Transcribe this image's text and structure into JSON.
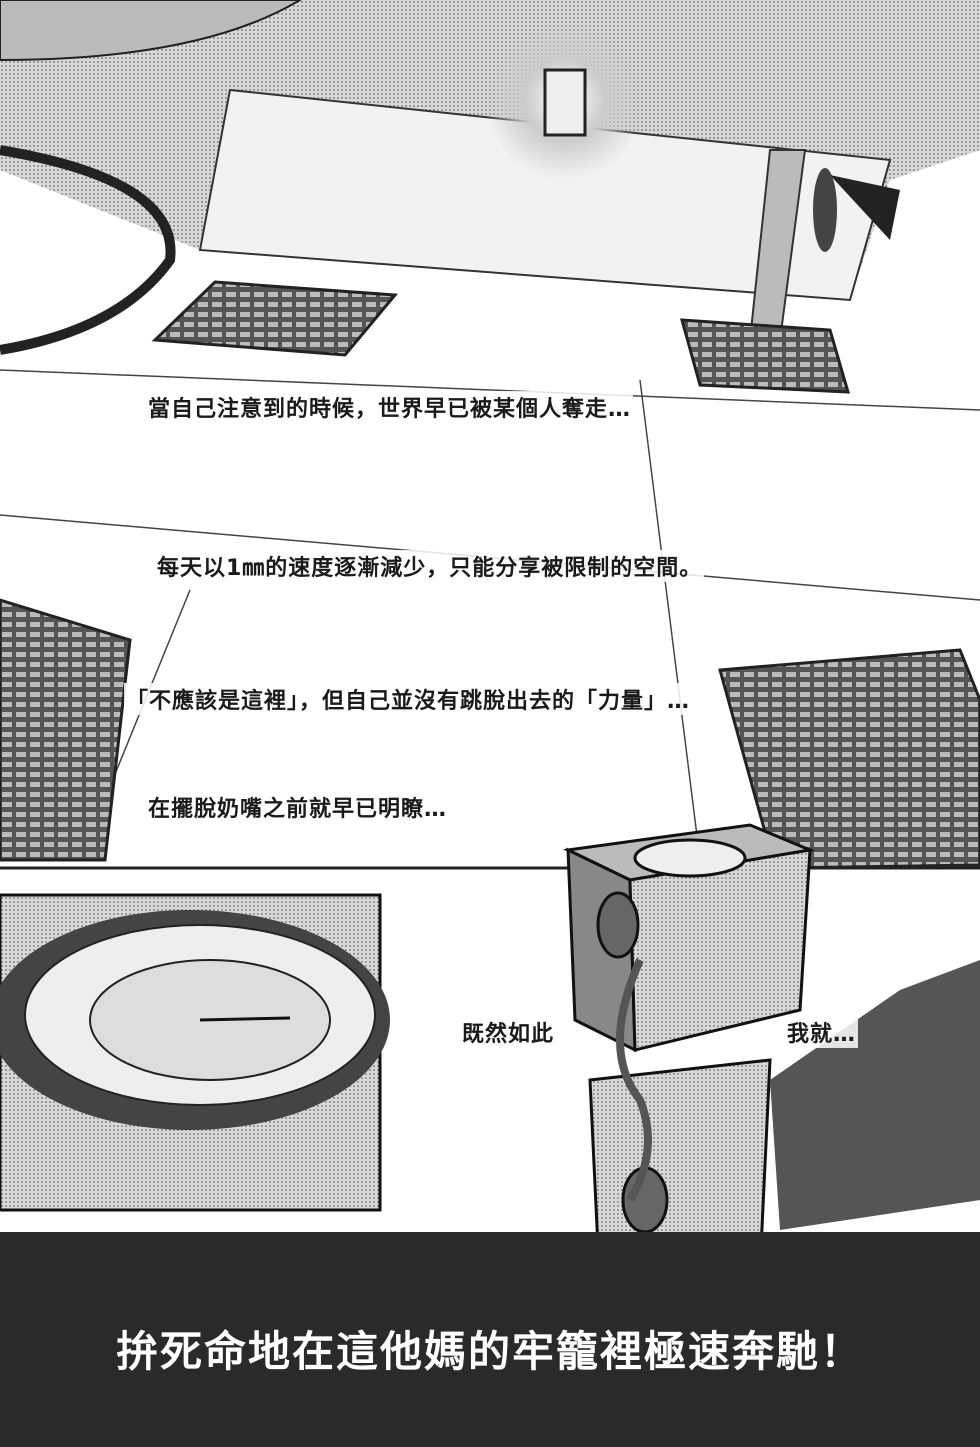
{
  "captions": {
    "line1": "當自己注意到的時候，世界早已被某個人奪走…",
    "line2": "每天以1㎜的速度逐漸減少，只能分享被限制的空間。",
    "line3": "「不應該是這裡」，但自己並沒有跳脫出去的「力量」…",
    "line4": "在擺脫奶嘴之前就早已明瞭…",
    "line5": "既然如此",
    "line6": "我就…"
  },
  "banner": {
    "text": "拚死命地在這他媽的牢籠裡極速奔馳！"
  },
  "colors": {
    "band": "#2a2a2a",
    "ink": "#1a1a1a",
    "screentone": "#9a9a9a"
  }
}
